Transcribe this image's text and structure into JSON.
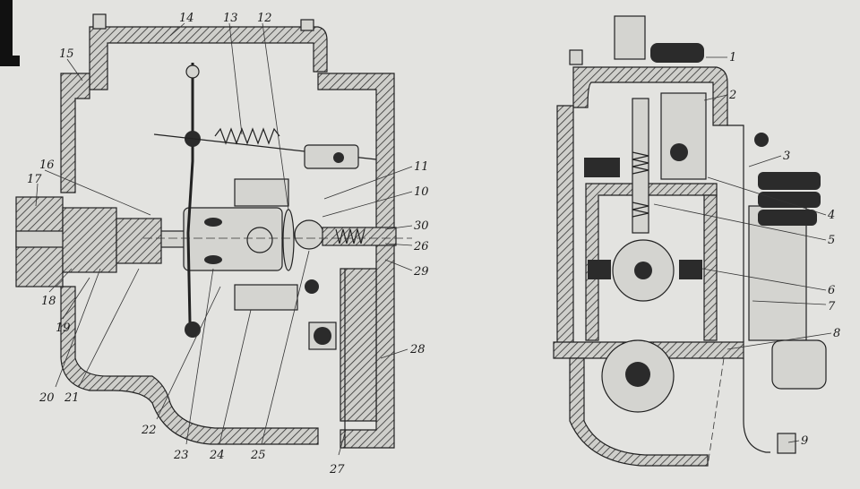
{
  "left_labels": [
    "14",
    "13",
    "12",
    "15",
    "16",
    "17",
    "11",
    "10",
    "30",
    "26",
    "29",
    "18",
    "19",
    "20",
    "21",
    "22",
    "23",
    "24",
    "25",
    "27",
    "28"
  ],
  "right_labels": [
    "1",
    "2",
    "3",
    "4",
    "5",
    "6",
    "7",
    "8",
    "9"
  ],
  "colors": {
    "paper": "#e3e3e0",
    "ink": "#222222"
  }
}
